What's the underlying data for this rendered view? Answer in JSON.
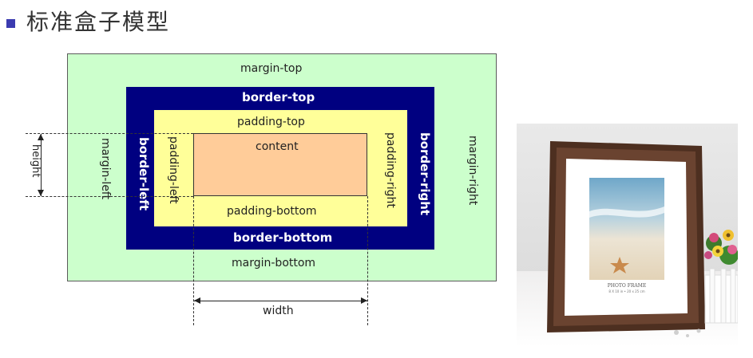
{
  "heading": {
    "title": "标准盒子模型",
    "bullet_color": "#3b3bb0"
  },
  "diagram": {
    "margin_top": "margin-top",
    "margin_bottom": "margin-bottom",
    "margin_left": "margin-left",
    "margin_right": "margin-right",
    "border_top": "border-top",
    "border_bottom": "border-bottom",
    "border_left": "border-left",
    "border_right": "border-right",
    "padding_top": "padding-top",
    "padding_bottom": "padding-bottom",
    "padding_left": "padding-left",
    "padding_right": "padding-right",
    "content": "content",
    "height": "height",
    "width": "width",
    "colors": {
      "margin": "#ccffcc",
      "border": "#000080",
      "padding": "#ffff99",
      "content": "#ffcc99"
    }
  },
  "photo": {
    "frame_caption": "PHOTO FRAME",
    "frame_subcaption": "8 X 10 in • 20 x 25 cm"
  }
}
